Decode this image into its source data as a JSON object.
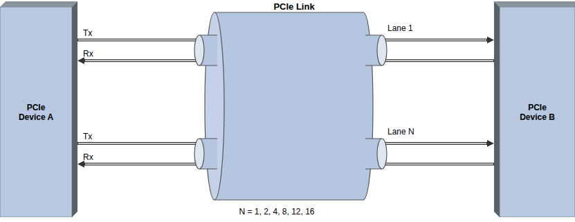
{
  "diagram": {
    "nodes": [
      {
        "text": [
          "PCIe Device A"
        ]
      },
      {
        "text": [
          "PCIe Device B"
        ]
      }
    ],
    "edges": [
      {
        "from": 0,
        "to": 1,
        "arrow": "to",
        "label": "Tx"
      },
      {
        "from": 1,
        "to": 0,
        "arrow": "to",
        "label": "Rx"
      },
      {
        "from": 0,
        "to": 1,
        "arrow": "to",
        "label": "Tx"
      },
      {
        "from": 1,
        "to": 0,
        "arrow": "to",
        "label": "Rx"
      }
    ],
    "labels": [
      "PCIe Link",
      "Lane 1",
      "Lane N",
      "N = 1, 2, 4, 8, 12, 16"
    ]
  }
}
